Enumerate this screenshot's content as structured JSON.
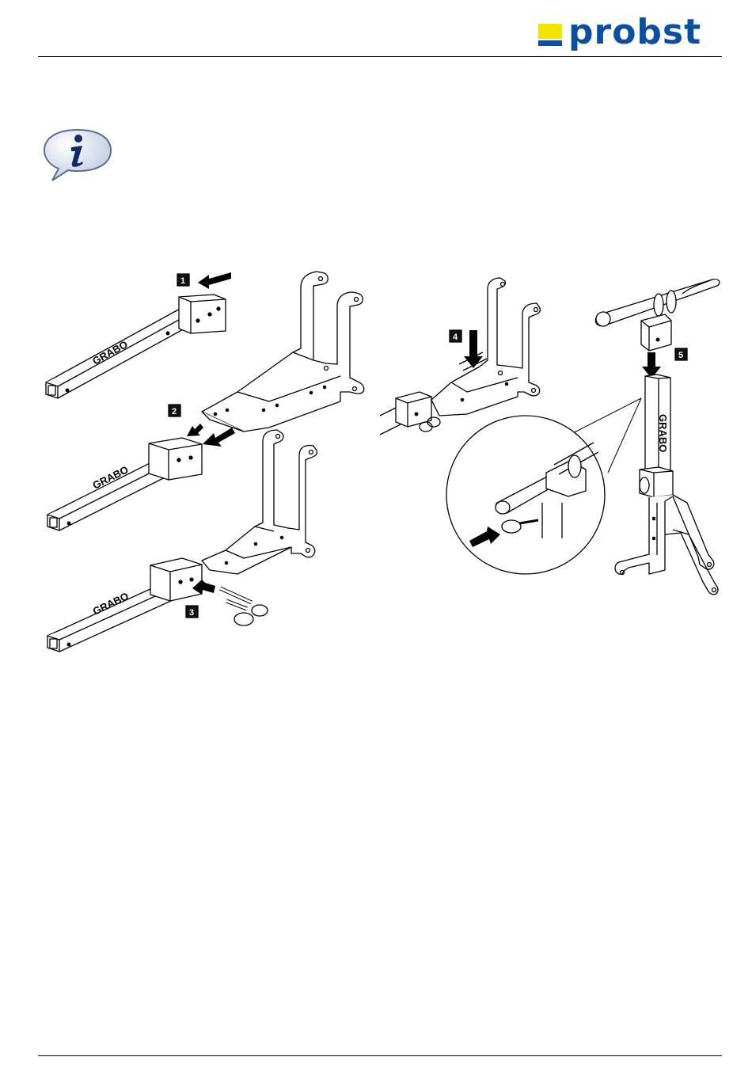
{
  "header": {
    "brand_name": "probst"
  },
  "info": {
    "icon": "info-speech-bubble-icon"
  },
  "figure": {
    "product_label": "GRABO",
    "steps": [
      "1",
      "2",
      "3",
      "4",
      "5"
    ]
  },
  "colors": {
    "brand_blue": "#0b4ea2",
    "brand_yellow": "#f2e500",
    "line": "#000000"
  }
}
